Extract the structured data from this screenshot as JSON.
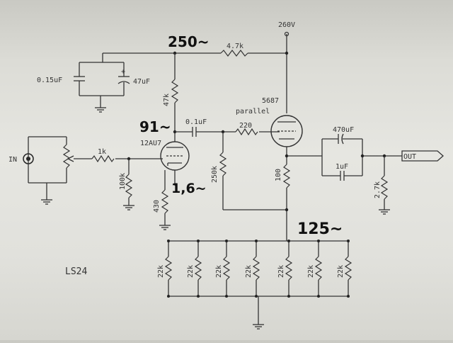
{
  "title": "LS24",
  "supply": {
    "rail_voltage": "260V",
    "node_b_plus": "250~"
  },
  "input": {
    "connector_label": "IN",
    "pot_resistor": "1k",
    "grid_leak": "100k"
  },
  "stage1": {
    "tube": "12AU7",
    "plate_resistor": "47k",
    "cathode_resistor": "430",
    "plate_voltage": "91~",
    "cathode_voltage": "1,6~",
    "coupling_cap": "0.1uF",
    "decoupling_resistor": "4.7k",
    "decoupling_caps": [
      "0.15uF",
      "47uF"
    ]
  },
  "stage2": {
    "tube": "5687",
    "tube_note": "parallel",
    "grid_stopper": "220",
    "grid_resistor": "250k",
    "cathode_resistor": "100",
    "cathode_voltage": "125~",
    "load_resistors": [
      "22k",
      "22k",
      "22k",
      "22k",
      "22k",
      "22k",
      "22k"
    ]
  },
  "output": {
    "cap_main": "470uF",
    "cap_bypass": "1uF",
    "load_resistor": "2.7k",
    "connector_label": "OUT"
  }
}
